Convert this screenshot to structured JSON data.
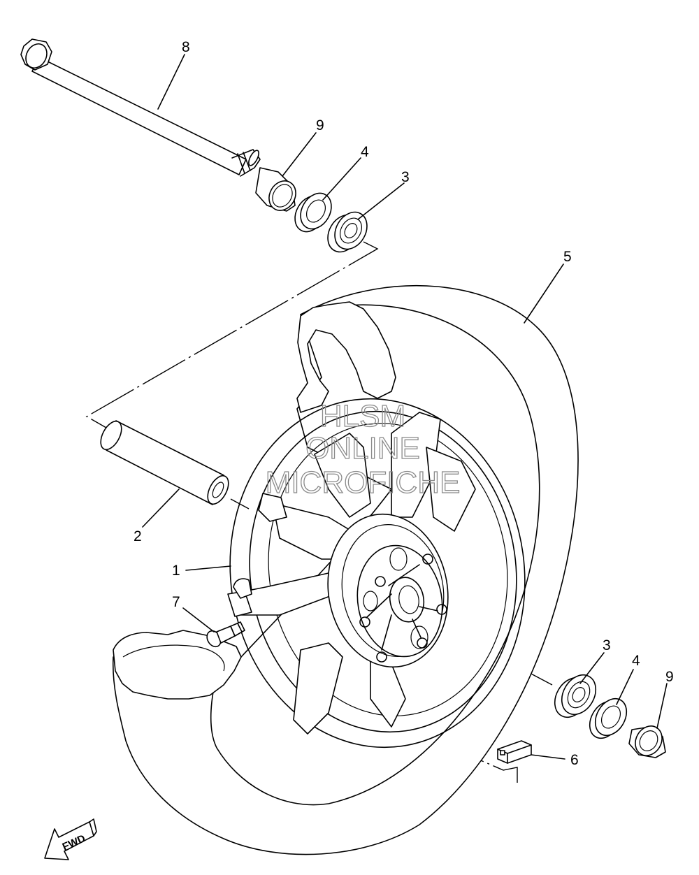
{
  "callouts": {
    "c1": "1",
    "c2": "2",
    "c3a": "3",
    "c3b": "3",
    "c4a": "4",
    "c4b": "4",
    "c5": "5",
    "c6": "6",
    "c7": "7",
    "c8": "8",
    "c9a": "9",
    "c9b": "9"
  },
  "watermark": {
    "line1": "HLSM",
    "line2": "ONLINE",
    "line3": "MICROFICHE",
    "color": "#8a8a8a"
  },
  "direction_arrow": {
    "label": "FWD",
    "icon": "forward-arrow-icon"
  },
  "colors": {
    "line": "#000000",
    "background": "#ffffff"
  }
}
